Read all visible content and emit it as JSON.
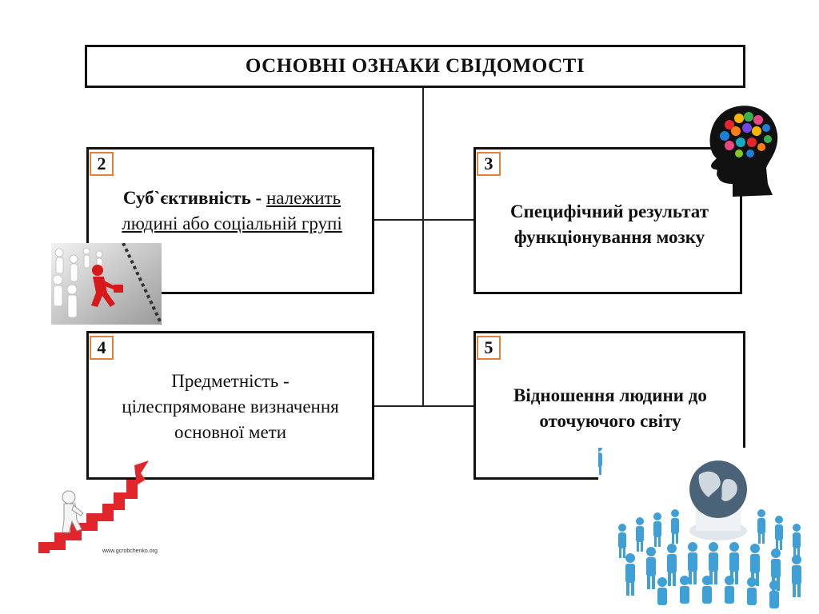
{
  "title": "ОСНОВНІ ОЗНАКИ СВІДОМОСТІ",
  "blocks": [
    {
      "number": "2",
      "term": "Суб`єктивність",
      "separator": " - ",
      "description": "належить людині або соціальній групі"
    },
    {
      "number": "3",
      "term": "Специфічний результат функціонування мозку",
      "description": ""
    },
    {
      "number": "4",
      "term": "Предметність",
      "separator": " - ",
      "description": "цілеспрямоване визначення основної мети"
    },
    {
      "number": "5",
      "term": "Відношення людини до оточуючого світу",
      "description": ""
    }
  ],
  "images": {
    "top_right": "head-with-colorful-brain-icon",
    "left_middle": "red-figure-running-ahead-of-crowd-icon",
    "bottom_left": "figure-climbing-red-stairs-icon",
    "bottom_right": "globe-with-crowd-of-blue-figures-icon"
  },
  "footer_credit": "www.gcrobchenko.org",
  "colors": {
    "number_border": "#e5803b",
    "red_accent": "#d7191c",
    "blue_people": "#3fa0d8",
    "globe": "#4a6378"
  }
}
